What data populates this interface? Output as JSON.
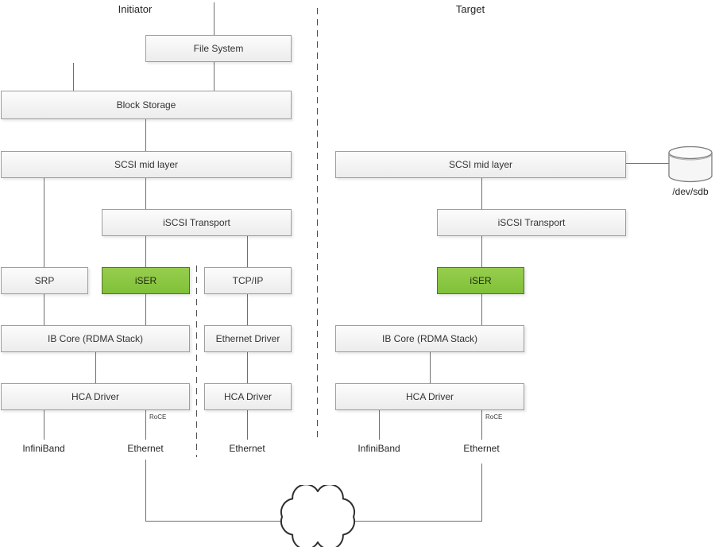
{
  "headers": {
    "initiator": "Initiator",
    "target": "Target"
  },
  "initiator": {
    "file_system": "File System",
    "block_storage": "Block Storage",
    "scsi_mid_layer": "SCSI mid layer",
    "iscsi_transport": "iSCSI Transport",
    "srp": "SRP",
    "iser": "iSER",
    "tcp_ip": "TCP/IP",
    "ib_core": "IB Core (RDMA Stack)",
    "ethernet_driver": "Ethernet Driver",
    "hca_driver_ib": "HCA Driver",
    "hca_driver_eth": "HCA Driver",
    "roce": "RoCE",
    "label_infiniband": "InfiniBand",
    "label_ethernet_roce": "Ethernet",
    "label_ethernet_tcp": "Ethernet"
  },
  "target": {
    "scsi_mid_layer": "SCSI mid layer",
    "iscsi_transport": "iSCSI Transport",
    "iser": "iSER",
    "ib_core": "IB Core (RDMA Stack)",
    "hca_driver": "HCA Driver",
    "roce": "RoCE",
    "label_infiniband": "InfiniBand",
    "label_ethernet": "Ethernet",
    "disk_label": "/dev/sdb"
  },
  "icons": {
    "cloud": "network-cloud",
    "cylinder": "disk-database"
  },
  "colors": {
    "box_border": "#9e9e9e",
    "box_fill_top": "#fcfcfc",
    "box_fill_bottom": "#ececec",
    "green_fill_top": "#96ce4d",
    "green_fill_bottom": "#81c039",
    "green_border": "#55702c",
    "line": "#6f6f6f",
    "dash": "#4d4d4d",
    "text": "#333333"
  }
}
